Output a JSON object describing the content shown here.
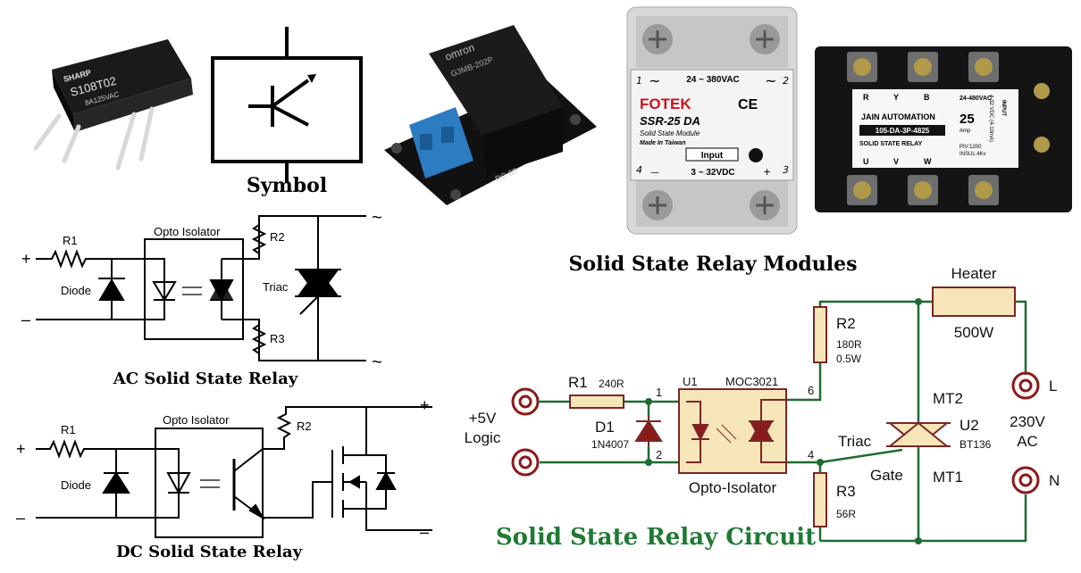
{
  "titles": {
    "symbol": "Symbol",
    "modules": "Solid State Relay Modules",
    "ac": "AC Solid State Relay",
    "dc": "DC Solid State Relay",
    "circuit": "Solid State Relay Circuit"
  },
  "sharp_part": {
    "brand": "SHARP",
    "model": "S108T02",
    "rating": "8A125VAC"
  },
  "omron_module": {
    "brand": "omron",
    "code": "G3MB-202P",
    "board": "RC-60"
  },
  "fotek": {
    "brand": "FOTEK",
    "model": "SSR-25 DA",
    "subtitle": "Solid State Module",
    "origin": "Made In Taiwan",
    "ac_range": "24 ~ 380VAC",
    "input_label": "Input",
    "dc_range": "3 ~ 32VDC",
    "t1": "1",
    "t2": "2",
    "t3": "3",
    "t4": "4",
    "plus": "+",
    "minus": "—",
    "tilde": "~",
    "ce": "CE"
  },
  "jain": {
    "phases_top": [
      "R",
      "Y",
      "B"
    ],
    "phases_bottom": [
      "U",
      "V",
      "W"
    ],
    "vac": "24-480VAC",
    "brand": "JAIN AUTOMATION",
    "part": "105-DA-3P-4825",
    "type": "SOLID STATE RELAY",
    "amps": "25",
    "amp_unit": "Amp",
    "piv": "PIV:1200",
    "insul": "INSUL:4Kv",
    "input": "INPUT",
    "vdc": "4-32 VDC (4-10mA)"
  },
  "ac_circuit": {
    "plus": "+",
    "minus": "–",
    "r1": "R1",
    "diode": "Diode",
    "opto": "Opto Isolator",
    "r2": "R2",
    "r3": "R3",
    "triac": "Triac",
    "tilde": "~"
  },
  "dc_circuit": {
    "plus": "+",
    "minus": "–",
    "r1": "R1",
    "diode": "Diode",
    "opto": "Opto Isolator",
    "r2": "R2"
  },
  "main_circuit": {
    "supply": "+5V",
    "supply2": "Logic",
    "r1": "R1",
    "r1_val": "240R",
    "d1": "D1",
    "d1_val": "1N4007",
    "u1": "U1",
    "u1_part": "MOC3021",
    "pin1": "1",
    "pin2": "2",
    "pin4": "4",
    "pin6": "6",
    "opto_label": "Opto-Isolator",
    "r2": "R2",
    "r2_val": "180R",
    "r2_pow": "0.5W",
    "r3": "R3",
    "r3_val": "56R",
    "heater": "Heater",
    "heater_val": "500W",
    "mt2": "MT2",
    "mt1": "MT1",
    "u2": "U2",
    "u2_part": "BT136",
    "triac": "Triac",
    "gate": "Gate",
    "l": "L",
    "n": "N",
    "mains": "230V",
    "mains2": "AC"
  },
  "colors": {
    "wire_green": "#1e6b33",
    "comp_fill": "#f6e5b9",
    "comp_stroke": "#7a2626",
    "title_green": "#1f7a34",
    "terminal": "#8b1a1a",
    "pcb": "#111111",
    "blue_terminal": "#2b7cc0"
  }
}
